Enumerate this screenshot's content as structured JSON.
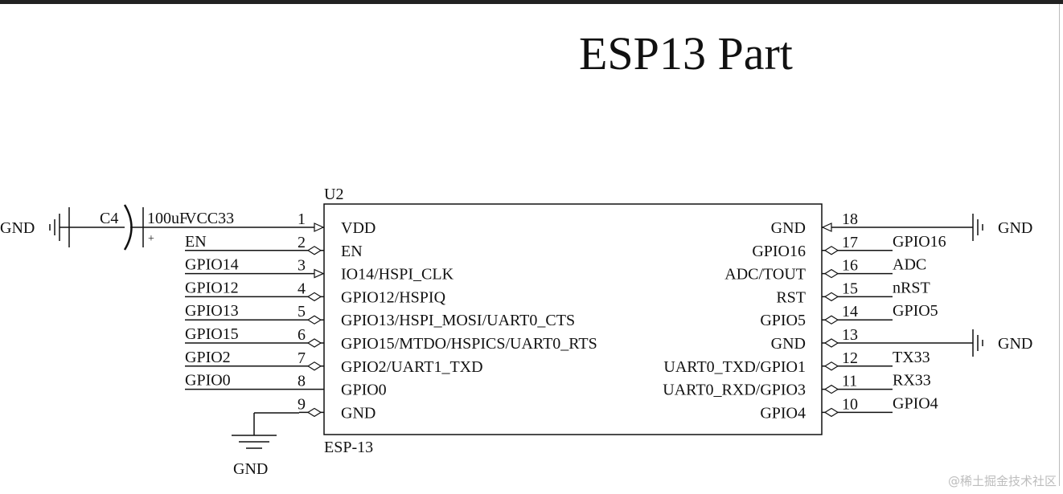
{
  "title": "ESP13 Part",
  "watermark": "@稀土掘金技术社区",
  "chip": {
    "ref": "U2",
    "part": "ESP-13"
  },
  "capacitor": {
    "ref": "C4",
    "value": "100uF",
    "polarity": "+"
  },
  "gnd_label": "GND",
  "left_pins": [
    {
      "num": "1",
      "name": "VDD",
      "net": "VCC33",
      "dir": "in"
    },
    {
      "num": "2",
      "name": "EN",
      "net": "EN",
      "dir": "bi"
    },
    {
      "num": "3",
      "name": "IO14/HSPI_CLK",
      "net": "GPIO14",
      "dir": "in"
    },
    {
      "num": "4",
      "name": "GPIO12/HSPIQ",
      "net": "GPIO12",
      "dir": "bi"
    },
    {
      "num": "5",
      "name": "GPIO13/HSPI_MOSI/UART0_CTS",
      "net": "GPIO13",
      "dir": "bi"
    },
    {
      "num": "6",
      "name": "GPIO15/MTDO/HSPICS/UART0_RTS",
      "net": "GPIO15",
      "dir": "bi"
    },
    {
      "num": "7",
      "name": "GPIO2/UART1_TXD",
      "net": "GPIO2",
      "dir": "bi"
    },
    {
      "num": "8",
      "name": "GPIO0",
      "net": "GPIO0",
      "dir": "none"
    },
    {
      "num": "9",
      "name": "GND",
      "net": "",
      "dir": "bi"
    }
  ],
  "right_pins": [
    {
      "num": "18",
      "name": "GND",
      "net": "",
      "dir": "in",
      "gnd": true
    },
    {
      "num": "17",
      "name": "GPIO16",
      "net": "GPIO16",
      "dir": "bi"
    },
    {
      "num": "16",
      "name": "ADC/TOUT",
      "net": "ADC",
      "dir": "bi"
    },
    {
      "num": "15",
      "name": "RST",
      "net": "nRST",
      "dir": "bi"
    },
    {
      "num": "14",
      "name": "GPIO5",
      "net": "GPIO5",
      "dir": "bi"
    },
    {
      "num": "13",
      "name": "GND",
      "net": "",
      "dir": "bi",
      "gnd": true
    },
    {
      "num": "12",
      "name": "UART0_TXD/GPIO1",
      "net": "TX33",
      "dir": "bi"
    },
    {
      "num": "11",
      "name": "UART0_RXD/GPIO3",
      "net": "RX33",
      "dir": "bi"
    },
    {
      "num": "10",
      "name": "GPIO4",
      "net": "GPIO4",
      "dir": "bi"
    }
  ]
}
